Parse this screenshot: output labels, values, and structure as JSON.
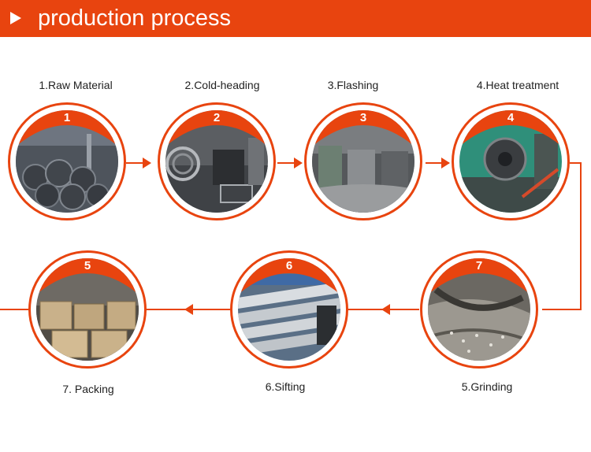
{
  "banner": {
    "title": "production process",
    "icon": "play-arrow-icon"
  },
  "accent_color": "#e8440f",
  "steps": [
    {
      "number": "1",
      "label": "1.Raw Material"
    },
    {
      "number": "2",
      "label": "2.Cold-heading"
    },
    {
      "number": "3",
      "label": "3.Flashing"
    },
    {
      "number": "4",
      "label": "4.Heat treatment"
    },
    {
      "number": "5",
      "label": "7. Packing"
    },
    {
      "number": "6",
      "label": "6.Sifting"
    },
    {
      "number": "7",
      "label": "5.Grinding"
    }
  ]
}
